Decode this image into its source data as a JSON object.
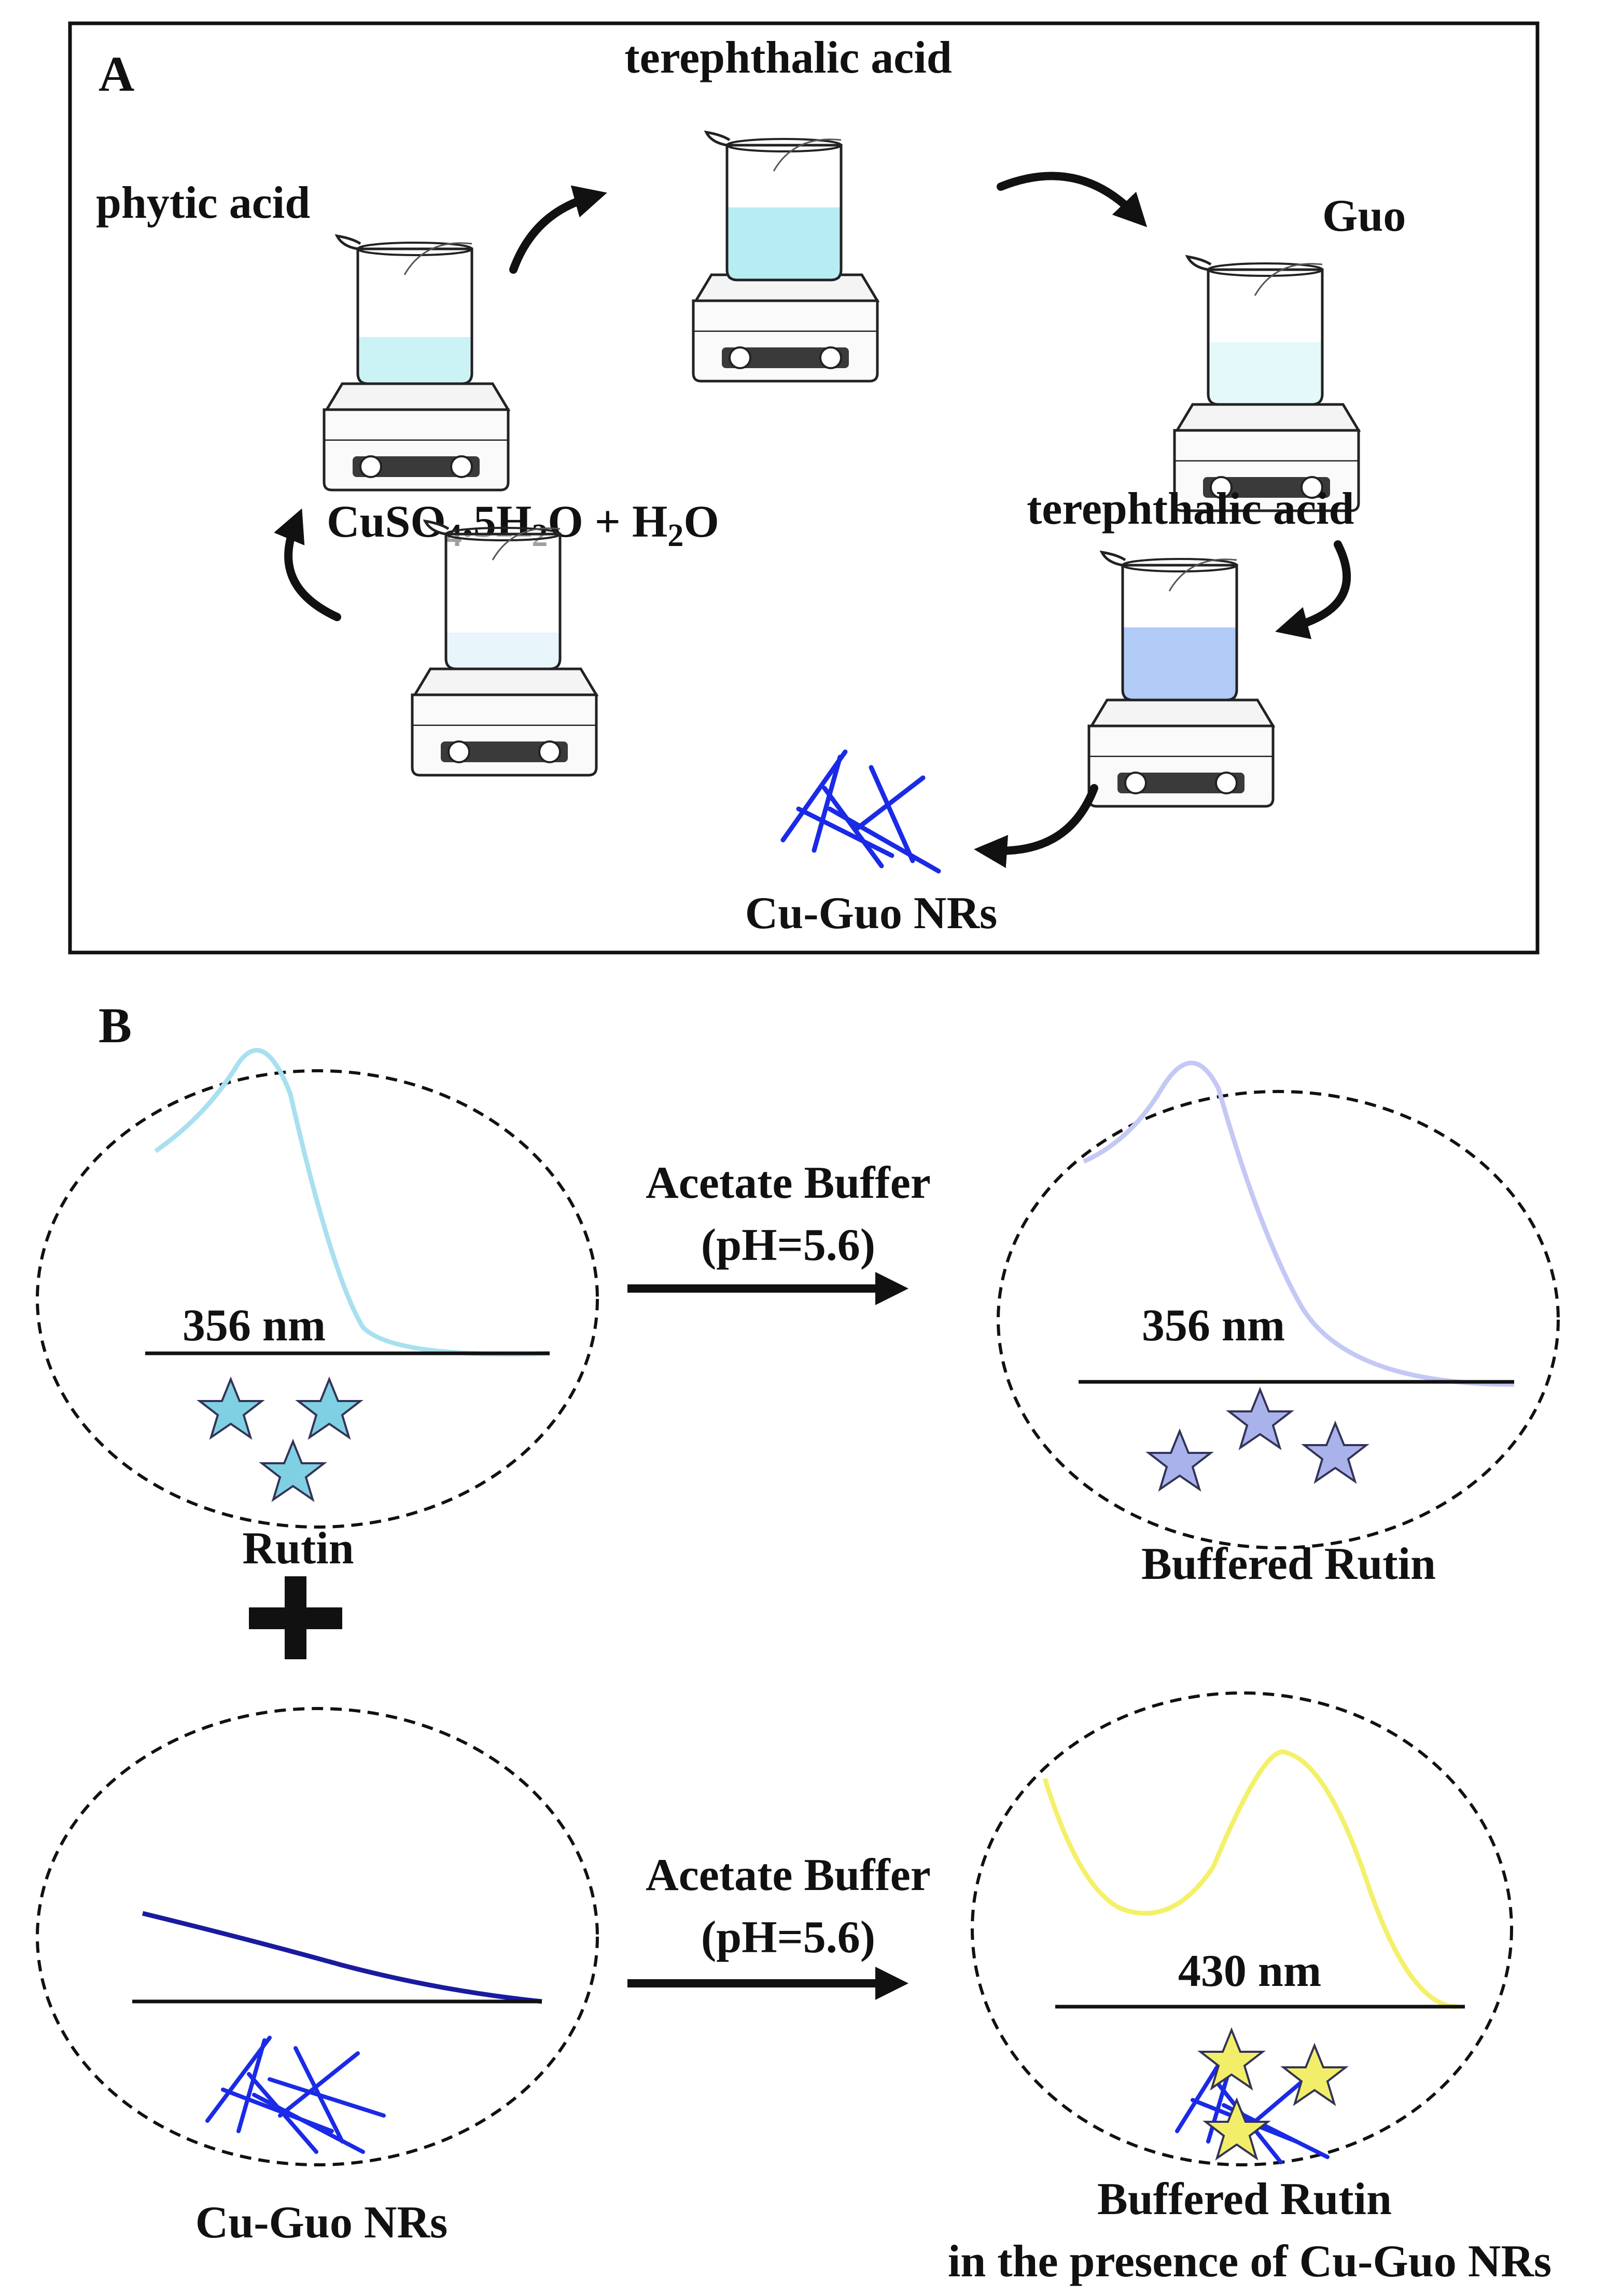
{
  "panel_a": {
    "label": "A",
    "steps": {
      "phytic": "phytic acid",
      "tpa_top": "terephthalic acid",
      "guo": "Guo",
      "tpa_right": "terephthalic acid",
      "cuso4": "CuSO",
      "cuso4_sub": "4",
      "cuso4_mid": ".5H",
      "cuso4_sub2": "2",
      "cuso4_end": "O + H",
      "water_sub": "2",
      "water_end": "O",
      "product": "Cu-Guo NRs"
    },
    "liquid_colors": {
      "phytic": "#7ee0e6",
      "tpa_top": "#4fd0e0",
      "guo": "#b8f0f2",
      "tpa_right": "#3f7ee8",
      "cuso4": "#c6e6f2"
    }
  },
  "panel_b": {
    "label": "B",
    "reagent": "Acetate Buffer",
    "ph": "(pH=5.6)",
    "rutin": {
      "label": "Rutin",
      "peak": "356 nm",
      "curve_color": "#a8e0f0",
      "star_color": "#7fd0e2"
    },
    "buffered": {
      "label": "Buffered Rutin",
      "peak": "356  nm",
      "curve_color": "#c4c8f4",
      "star_color": "#aab2ec"
    },
    "plus_symbol": "+",
    "nrs": {
      "label": "Cu-Guo NRs",
      "curve_color": "#1a1aa0",
      "rod_color": "#1a2ae6"
    },
    "complex": {
      "label_line1": "Buffered Rutin",
      "label_line2": "in the presence of Cu-Guo NRs",
      "peak": "430 nm",
      "curve_color": "#f4f06a",
      "star_color": "#f2ee6a"
    }
  }
}
